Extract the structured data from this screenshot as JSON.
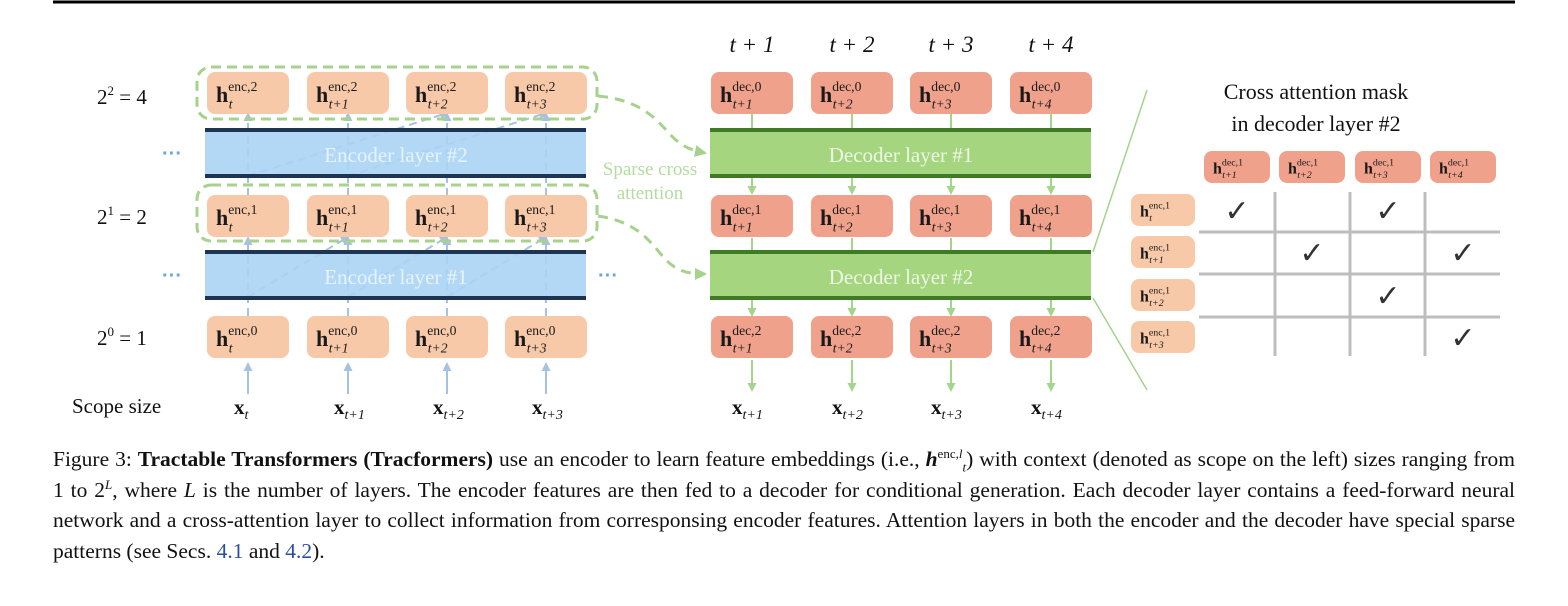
{
  "scope": {
    "label": "Scope size",
    "levels": [
      {
        "base": "2",
        "exp": "2",
        "rest": " = 4"
      },
      {
        "base": "2",
        "exp": "1",
        "rest": " = 2"
      },
      {
        "base": "2",
        "exp": "0",
        "rest": " = 1"
      }
    ]
  },
  "ellipsis": "···",
  "encoder": {
    "layers": [
      "Encoder layer #2",
      "Encoder layer #1"
    ],
    "subs": [
      "t",
      "t+1",
      "t+2",
      "t+3"
    ],
    "sup_label": "enc",
    "levels": [
      "2",
      "1",
      "0"
    ],
    "inputs": [
      "t",
      "t+1",
      "t+2",
      "t+3"
    ]
  },
  "sparse_label": [
    "Sparse cross",
    "attention"
  ],
  "decoder": {
    "time_labels": [
      "t + 1",
      "t + 2",
      "t + 3",
      "t + 4"
    ],
    "layers": [
      "Decoder layer #1",
      "Decoder layer #2"
    ],
    "subs": [
      "t+1",
      "t+2",
      "t+3",
      "t+4"
    ],
    "sup_label": "dec",
    "levels": [
      "0",
      "1",
      "2"
    ],
    "outputs": [
      "t+1",
      "t+2",
      "t+3",
      "t+4"
    ]
  },
  "mask": {
    "title": [
      "Cross attention mask",
      "in decoder layer #2"
    ],
    "col_subs": [
      "t+1",
      "t+2",
      "t+3",
      "t+4"
    ],
    "col_sup": "dec,1",
    "row_subs": [
      "t",
      "t+1",
      "t+2",
      "t+3"
    ],
    "row_sup": "enc,1",
    "cells": [
      [
        1,
        0,
        1,
        0
      ],
      [
        0,
        1,
        0,
        1
      ],
      [
        0,
        0,
        1,
        0
      ],
      [
        0,
        0,
        0,
        1
      ]
    ],
    "check": "✓"
  },
  "colors": {
    "enc_node": "#f7c9a9",
    "dec_node": "#f0a18c",
    "enc_layer": "#a8d3f5",
    "enc_layer_border": "#1d3550",
    "dec_layer": "#a5d57f",
    "dec_layer_border": "#3f7a25",
    "blue_arrow": "#a7c2e0",
    "green_arrow": "#a3d58a",
    "green_dash": "#a6d28c",
    "sparse_text": "#b4dca0",
    "layer_text_enc": "#e6f3fd",
    "layer_text_dec": "#eef8e6",
    "ellipsis": "#6aa8d8",
    "grid": "#bdbdbd",
    "check": "#333333"
  },
  "caption": {
    "figure": "Figure 3:",
    "title": "Tractable Transformers (Tracformers)",
    "part1": "use an encoder to learn feature embeddings (i.e.,",
    "h_sup": "enc,",
    "h_sup_l": "l",
    "h_sub": "t",
    "part2": ") with context (denoted as scope on the left) sizes ranging from 1 to 2",
    "exp_L": "L",
    "part3": ", where",
    "var_L": "L",
    "part4": "is the number of layers.  The encoder features are then fed to a decoder for conditional generation. Each decoder layer contains a feed-forward neural network and a cross-attention layer to collect information from corresponsing encoder features. Attention layers in both the encoder and the decoder have special sparse patterns (see Secs.",
    "ref1": "4.1",
    "and": "and",
    "ref2": "4.2",
    "end": ")."
  }
}
